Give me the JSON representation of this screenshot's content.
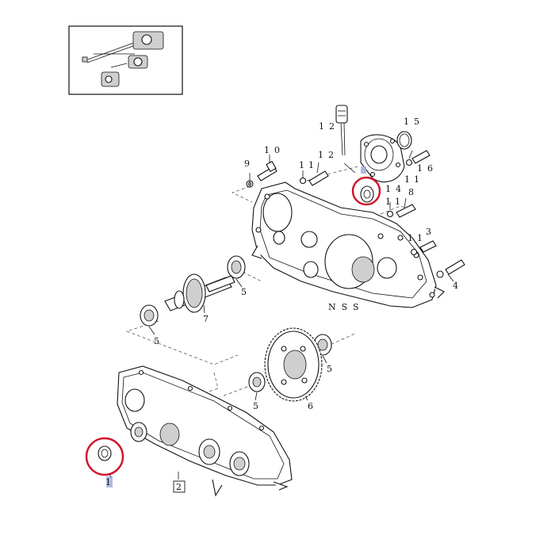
{
  "callouts": {
    "c1": "1",
    "c2": "2",
    "c3": "3",
    "c4": "4",
    "c5a": "5",
    "c5b": "5",
    "c5c": "5",
    "c5d": "5",
    "c6": "6",
    "c7": "7",
    "c8": "8",
    "c9": "9",
    "c10": "10",
    "c11a": "11",
    "c11b": "11",
    "c11c": "11",
    "c11d": "11",
    "c12a": "12",
    "c12b": "12",
    "c13": "13",
    "c14": "14",
    "c15": "15",
    "c16": "16",
    "nss": "NSS"
  },
  "colors": {
    "highlight_circle": "#d0122a",
    "selection_marker": "#9fb0dc"
  }
}
